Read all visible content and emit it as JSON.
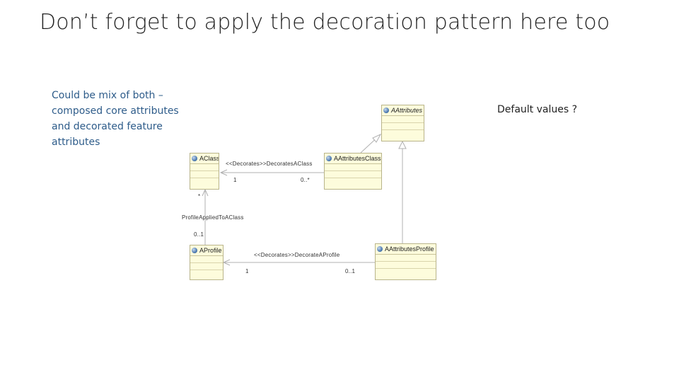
{
  "slide": {
    "title": "Don’t forget to apply the decoration pattern here too",
    "left_note": "Could be mix of both – composed core attributes and decorated feature attributes",
    "right_note": "Default values ?"
  },
  "colors": {
    "left_note_text": "#2e5c8a",
    "class_fill": "#fdfcdc",
    "class_border": "#b9b48a",
    "edge": "#b0b0b0"
  },
  "diagram": {
    "classes": {
      "attributes": {
        "name": "AAttributes",
        "abstract": true,
        "icon": "class-icon"
      },
      "aclass": {
        "name": "AClass",
        "abstract": false,
        "icon": "class-icon"
      },
      "aattributes_class": {
        "name": "AAttributesClass",
        "abstract": false,
        "icon": "class-icon"
      },
      "aprofile": {
        "name": "AProfile",
        "abstract": false,
        "icon": "class-icon"
      },
      "aattributes_profile": {
        "name": "AAttributesProfile",
        "abstract": false,
        "icon": "class-icon"
      }
    },
    "edges": {
      "decorates_aclass": {
        "label": "<<Decorates>>DecoratesAClass",
        "source_mult": "1",
        "target_mult": "0..*"
      },
      "profile_applied": {
        "label": "ProfileAppliedToAClass",
        "mult_top": "*",
        "mult_bottom": "0..1"
      },
      "decorates_aprofile": {
        "label": "<<Decorates>>DecorateAProfile",
        "source_mult": "1",
        "target_mult": "0..1"
      }
    }
  }
}
